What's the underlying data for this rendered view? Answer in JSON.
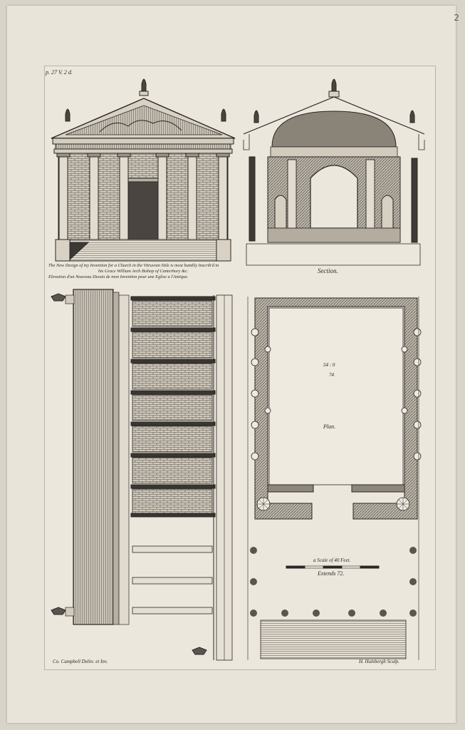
{
  "corner_mark": "2",
  "plate_ref": "p. 27 V. 2 d.",
  "caption_lines": [
    "The New Design of my Invention for a Church in the Vitruvian Stile is most humbly Inscrib'd to",
    "his Grace William Arch Bishop of Canterbury &c.",
    "Elevation d'un Nouveau Dessin de mon Invention pour une Eglise a l'Antique."
  ],
  "section_label": "Section.",
  "plan_label": "Plan.",
  "plan_dimension": "54 : 0",
  "plan_dimension_2": "74",
  "scale_label": "a Scale of 40 Feet.",
  "extends_label": "Extends 72.",
  "delineator": "Co. Campbell Delin: et Inv.",
  "engraver": "H. Hulsbergh Sculp."
}
